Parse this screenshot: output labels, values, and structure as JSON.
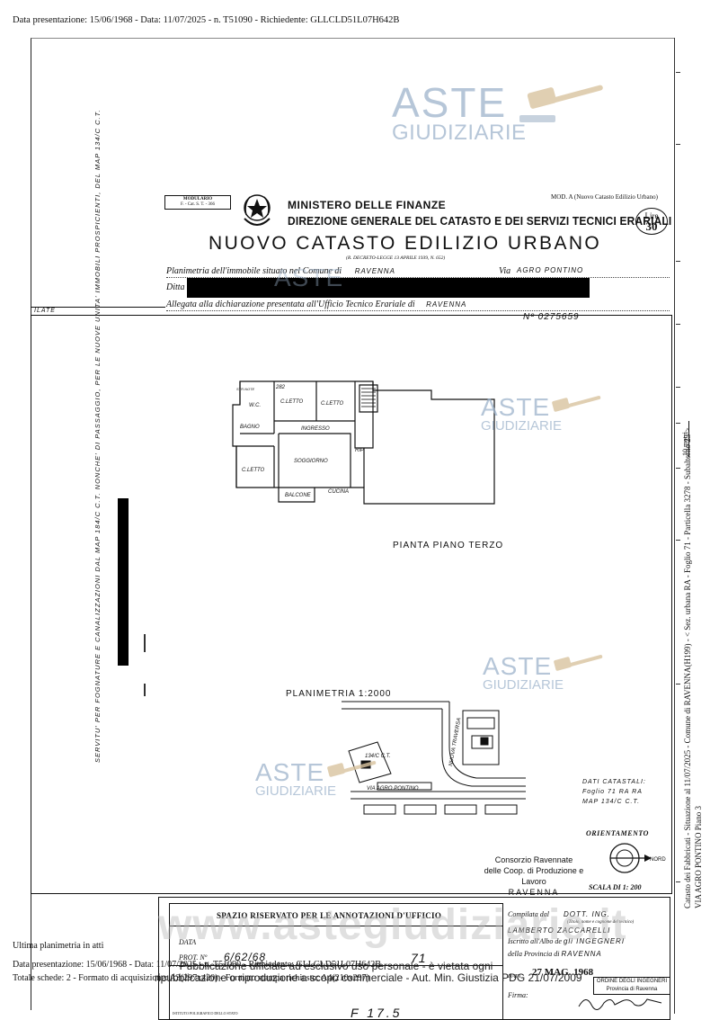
{
  "header": {
    "line": "Data presentazione: 15/06/1968 - Data: 11/07/2025 - n. T51090 - Richiedente: GLLCLD51L07H642B"
  },
  "watermark": {
    "brand_top": "ASTE",
    "brand_bottom": "GIUDIZIARIE",
    "site": "www.astegiudiziarie.it",
    "notice_line1": "Pubblicazione ufficiale ad esclusivo uso personale - è vietata ogni",
    "notice_line2": "ripubblicazione o riproduzione a scopo commerciale - Aut. Min. Giustizia PDG 21/07/2009"
  },
  "form_header": {
    "modulario": "MODULARIO",
    "modulario_code": "F. - Cat. S. T. - 366",
    "ministero": "MINISTERO DELLE FINANZE",
    "direzione": "DIREZIONE GENERALE DEL CATASTO E DEI SERVIZI TECNICI ERARIALI",
    "title": "NUOVO CATASTO EDILIZIO URBANO",
    "decreto": "(R. DECRETO-LEGGE 13 APRILE 1939, N. 652)",
    "mod": "MOD. A (Nuovo Catasto Edilizio Urbano)",
    "lire_label": "Lire",
    "lire_value": "30"
  },
  "form_fields": {
    "planimetria_label": "Planimetria dell'immobile situato nel Comune di",
    "comune": "RAVENNA",
    "via_label": "Via",
    "via": "AGRO PONTINO",
    "ditta_label": "Ditta",
    "allegata_label": "Allegata alla dichiarazione presentata all'Ufficio Tecnico Erariale di",
    "ufficio": "RAVENNA",
    "numero": "Nº 0275659"
  },
  "drawing": {
    "left_margin_text": "SERVITU' PER FOGNATURE E CANALIZZAZIONI DAL MAP 184/C C.T. NONCHE' DI PASSAGGIO, PER LE NUOVE UNITA' IMMOBILI PROSPICIENTI, DEL MAP 134/C C.T.",
    "ilate": "ILATE",
    "rooms": [
      "C.LETTO",
      "C.LETTO",
      "W.C.",
      "BAGNO",
      "INGRESSO",
      "SOGGIORNO",
      "C.LETTO",
      "CUCINA",
      "BALCONE",
      "RIP.",
      "282",
      "STR.NOTE"
    ],
    "piano_title": "PIANTA PIANO TERZO",
    "planimetria_scale": "PLANIMETRIA 1:2000",
    "street_main": "VIA AGRO PONTINO",
    "street_side": "NUOVA TRAVERSA",
    "map_label": "134/C C.T.",
    "dati_catastali_title": "DATI CATASTALI:",
    "dati_catastali_1": "Foglio 71 RA RA",
    "dati_catastali_2": "MAP 134/C C.T.",
    "orientamento": "ORIENTAMENTO",
    "nord": "NORD",
    "scala": "SCALA DI 1: 200",
    "stamp_line1": "Consorzio Ravennate",
    "stamp_line2": "delle Coop. di Produzione e Lavoro",
    "stamp_line3": "RAVENNA"
  },
  "annotations": {
    "box_title": "SPAZIO RISERVATO PER LE ANNOTAZIONI D'UFFICIO",
    "data_label": "DATA",
    "prot_label": "PROT. Nº",
    "prot_value": "6/62/68",
    "prot_value2": "71",
    "compilata_label": "Compilata dal",
    "compilata_value": "DOTT. ING.",
    "titolo_hint": "(Titolo, nome e cognome del tecnico)",
    "tecnico": "LAMBERTO ZACCARELLI",
    "iscritto_label": "Iscritto all'Albo de",
    "iscritto_value": "gli INGEGNERI",
    "provincia_label": "della Provincia di",
    "provincia_value": "RAVENNA",
    "data_firma_label": "DATA",
    "data_firma_value": "27 MAG. 1968",
    "firma_label": "Firma:",
    "stamp_ordine": "ORDINE DEGLI INGEGNERI",
    "stamp_provincia": "Provincia di Ravenna",
    "istituto": "ISTITUTO POLIGRAFICO DELLO STATO"
  },
  "right_margin": {
    "line1": "Catasto dei Fabbricati - Situazione al 11/07/2025 - Comune di RAVENNA(H199) - < Sez. urbana RA - Foglio 71 - Particella 3278 - Subalterno 23 >",
    "line2": "VIA AGRO PONTINO Piano 3",
    "scale_label": "10 metri"
  },
  "footer": {
    "ultima": "Ultima planimetria in atti",
    "line1": "Data presentazione: 15/06/1968 - Data: 11/07/2025 - n. T51090 - Richiedente: GLLCLD51L07H642B",
    "line2": "Totale schede: 2 - Formato di acquisizione: A3(297x420) - Formato stampa richiesto: A4(210x297)"
  }
}
